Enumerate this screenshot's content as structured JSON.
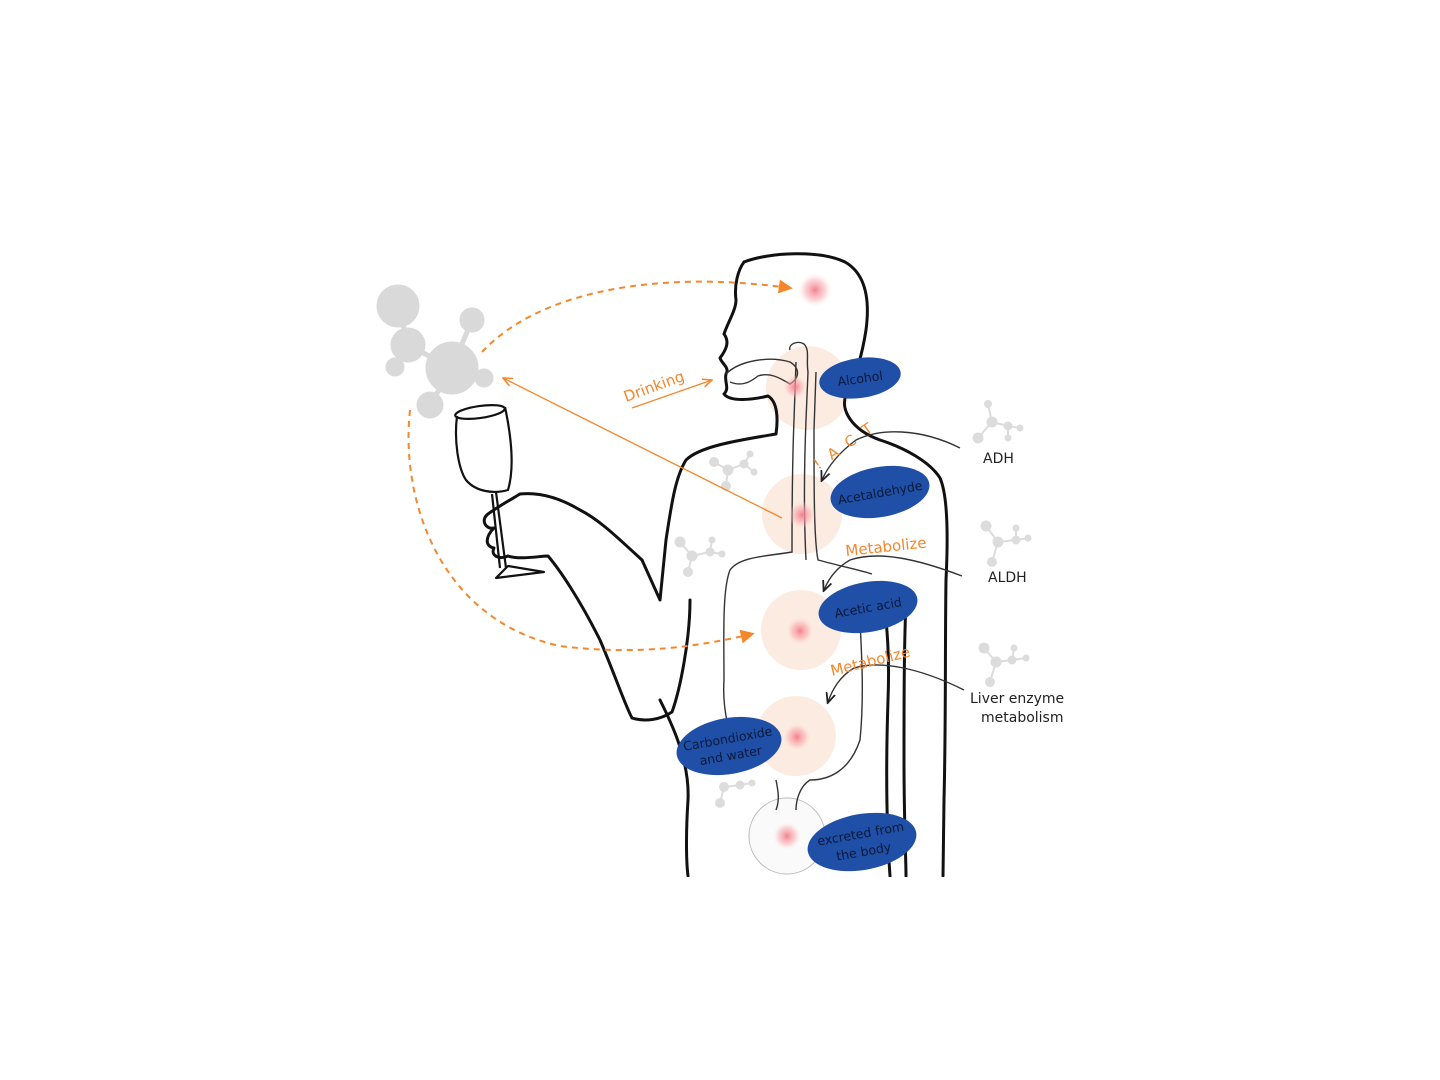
{
  "diagram": {
    "colors": {
      "outline": "#111111",
      "organ_line": "#333333",
      "accent_orange": "#f5862a",
      "label_blue": "#1f4fa6",
      "label_text": "#0c1a3a",
      "glow_peach": "#fbe8da",
      "glow_red": "#f47a86",
      "molecule_gray": "#d9d9d9"
    },
    "arrows": {
      "drinking": "Drinking",
      "act": "! A C T",
      "metabolize_1": "Metabolize",
      "metabolize_2": "Metabolize"
    },
    "stages": [
      {
        "label": "Alcohol"
      },
      {
        "label": "Acetaldehyde"
      },
      {
        "label": "Acetic acid"
      },
      {
        "label_line1": "Carbondioxide",
        "label_line2": "and water"
      },
      {
        "label_line1": "excreted from",
        "label_line2": "the body"
      }
    ],
    "enzymes": [
      {
        "label": "ADH"
      },
      {
        "label": "ALDH"
      },
      {
        "label_line1": "Liver enzyme",
        "label_line2": "metabolism"
      }
    ],
    "icons": [
      "wine-glass-icon",
      "molecule-icon",
      "human-body-outline"
    ]
  }
}
